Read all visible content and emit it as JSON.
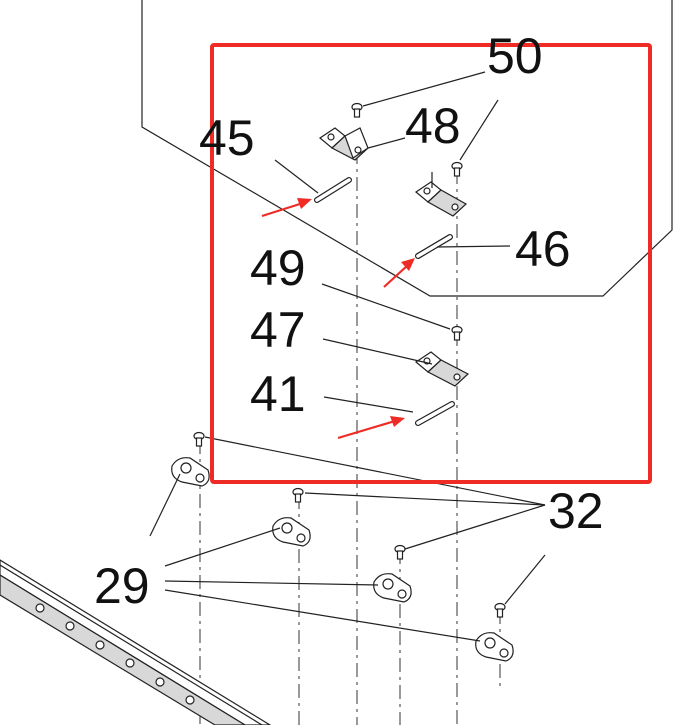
{
  "callouts": {
    "c50": "50",
    "c45": "45",
    "c48": "48",
    "c46": "46",
    "c49": "49",
    "c47": "47",
    "c41": "41",
    "c32": "32",
    "c29": "29"
  },
  "colors": {
    "highlight_box": "#ee2b24",
    "arrow": "#ee2b24",
    "line": "#222222"
  },
  "icons": {
    "screw": "screw-icon",
    "bracket": "hinge-bracket-icon",
    "pin": "pin-icon",
    "mount": "triangular-mount-icon",
    "rail": "rail-icon"
  }
}
